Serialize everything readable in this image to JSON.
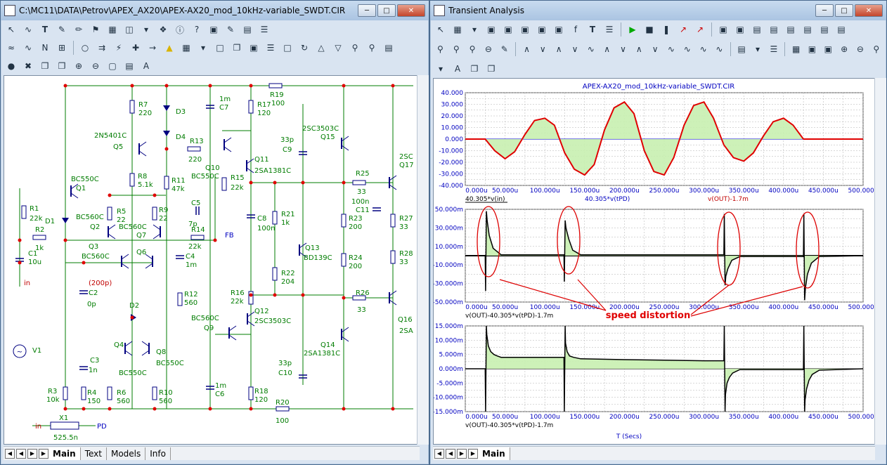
{
  "schematic_window": {
    "title": "C:\\MC11\\DATA\\Petrov\\APEX_AX20\\APEX-AX20_mod_10kHz-variable_SWDT.CIR",
    "tabs": [
      "Main",
      "Text",
      "Models",
      "Info"
    ],
    "active_tab": "Main",
    "labels": {
      "R7": "R7",
      "R7v": "220",
      "D3": "D3",
      "D4": "D4",
      "C7": "C7",
      "C7v": "1m",
      "R17": "R17",
      "R17v": "120",
      "R19": "R19",
      "R19v": "100",
      "Q5t": "2N5401C",
      "Q5": "Q5",
      "R13": "R13",
      "R13v": "220",
      "Q10": "Q10",
      "Q10t": "BC550C",
      "Q11": "Q11",
      "Q11t": "2SA1381C",
      "R15": "R15",
      "R15v": "22k",
      "R8": "R8",
      "R8v": "5.1k",
      "R11": "R11",
      "R11v": "47k",
      "C9": "C9",
      "C9v": "33p",
      "Q15t": "2SC3503C",
      "Q15": "Q15",
      "Q1t": "BC550C",
      "Q1": "Q1",
      "R1": "R1",
      "R1v": "22k",
      "D1": "D1",
      "R5": "R5",
      "R5v": "22",
      "R9": "R9",
      "R9v": "22",
      "Q2t": "BC560C",
      "Q2": "Q2",
      "C5": "C5",
      "C5v": "7p",
      "R14": "R14",
      "R14v": "22k",
      "FB": "FB",
      "R2": "R2",
      "R2v": "1k",
      "C1": "C1",
      "C1v": "10u",
      "Q3": "Q3",
      "Q3t": "BC560C",
      "Q7t": "BC560C",
      "Q7": "Q7",
      "Q6": "Q6",
      "C4": "C4",
      "C4v": "1m",
      "C8": "C8",
      "C8v": "100n",
      "R21": "R21",
      "R21v": "1k",
      "Q13": "Q13",
      "Q13t": "BD139C",
      "R22": "R22",
      "R22v": "204",
      "in": "in",
      "C2cap": "(200p)",
      "C2": "C2",
      "C2v": "0p",
      "R12": "R12",
      "R12v": "560",
      "R16": "R16",
      "R16v": "22k",
      "Q12": "Q12",
      "Q12t": "2SC3503C",
      "D2": "D2",
      "Q9t": "BC560C",
      "Q9": "Q9",
      "V1": "V1",
      "Q4": "Q4",
      "Q8": "Q8",
      "Q4t": "BC550C",
      "Q8t": "BC550C",
      "C3": "C3",
      "C3v": "1n",
      "Q14": "Q14",
      "Q14t": "2SA1381C",
      "C10v": "33p",
      "C10": "C10",
      "C6v": "1m",
      "C6": "C6",
      "R3": "R3",
      "R3v": "10k",
      "R4": "R4",
      "R4v": "150",
      "R6": "R6",
      "R6v": "560",
      "R10": "R10",
      "R10v": "560",
      "R18": "R18",
      "R18v": "120",
      "R20": "R20",
      "R20v": "100",
      "X1": "X1",
      "in2": "in",
      "PD": "PD",
      "X1v": "525.5n",
      "R25": "R25",
      "R25v": "33",
      "C11v": "100n",
      "C11": "C11",
      "R23": "R23",
      "R23v": "200",
      "R24": "R24",
      "R24v": "200",
      "R26": "R26",
      "R26v": "33",
      "R27": "R27",
      "R27v": "33",
      "R28": "R28",
      "R28v": "33",
      "Q17a": "2SC",
      "Q17b": "Q17",
      "Q16a": "Q16",
      "Q16b": "2SA"
    }
  },
  "analysis_window": {
    "title": "Transient Analysis",
    "tabs": [
      "Main"
    ],
    "active_tab": "Main",
    "plot_title": "APEX-AX20_mod_10kHz-variable_SWDT.CIR",
    "x_label": "T (Secs)",
    "annotation": "speed distortion",
    "colors": {
      "signal": "#e00000",
      "reference": "#0000d0",
      "error": "#000000",
      "fill": "#c8f0b0",
      "grid": "#b0b0b0"
    }
  },
  "chart_data": [
    {
      "type": "line",
      "title": "APEX-AX20_mod_10kHz-variable_SWDT.CIR",
      "x_ticks": [
        "0.000u",
        "50.000u",
        "100.000u",
        "150.000u",
        "200.000u",
        "250.000u",
        "300.000u",
        "350.000u",
        "400.000u",
        "450.000u",
        "500.000u"
      ],
      "y_ticks": [
        "40.000",
        "30.000",
        "20.000",
        "10.000",
        "0.000",
        "-10.000",
        "-20.000",
        "-30.000",
        "-40.000"
      ],
      "ylim": [
        -40,
        40
      ],
      "xlim": [
        0,
        500
      ],
      "legend": [
        "40.305*v(in)",
        "40.305*v(tPD)",
        "v(OUT)-1.7m"
      ],
      "series": [
        {
          "name": "v(OUT)-1.7m",
          "x": [
            0,
            25,
            37,
            50,
            62,
            75,
            87,
            100,
            112,
            125,
            137,
            150,
            162,
            175,
            187,
            200,
            212,
            225,
            237,
            250,
            262,
            275,
            287,
            300,
            312,
            325,
            337,
            350,
            362,
            375,
            387,
            400,
            412,
            425,
            430,
            500
          ],
          "y": [
            0,
            0,
            -10,
            -17,
            -11,
            4,
            16,
            18,
            12,
            -12,
            -26,
            -31,
            -22,
            8,
            27,
            32,
            22,
            -10,
            -28,
            -31,
            -16,
            12,
            29,
            32,
            18,
            -5,
            -16,
            -19,
            -12,
            3,
            15,
            18,
            12,
            0,
            0,
            0
          ]
        }
      ]
    },
    {
      "type": "line",
      "x_ticks": [
        "0.000u",
        "50.000u",
        "100.000u",
        "150.000u",
        "200.000u",
        "250.000u",
        "300.000u",
        "350.000u",
        "400.000u",
        "450.000u",
        "500.000u"
      ],
      "y_ticks": [
        "50.000m",
        "30.000m",
        "10.000m",
        "-10.000m",
        "-30.000m",
        "-50.000m"
      ],
      "ylim": [
        -50,
        50
      ],
      "xlim": [
        0,
        500
      ],
      "legend": [
        "v(OUT)-40.305*v(tPD)-1.7m"
      ],
      "series": [
        {
          "name": "v(OUT)-40.305*v(tPD)-1.7m",
          "x": [
            0,
            25,
            25.5,
            26.5,
            27.5,
            30,
            35,
            45,
            124,
            124.5,
            125.5,
            126.5,
            130,
            135,
            145,
            325,
            325.5,
            326.5,
            327.5,
            330,
            335,
            345,
            425,
            425.5,
            426.5,
            427.5,
            430,
            435,
            445,
            500
          ],
          "y": [
            0,
            0,
            -38,
            48,
            38,
            22,
            8,
            1,
            1,
            -28,
            38,
            30,
            18,
            6,
            1,
            1,
            45,
            -32,
            -22,
            -14,
            -5,
            -1,
            -1,
            45,
            -48,
            -35,
            -20,
            -8,
            -1,
            0
          ]
        }
      ]
    },
    {
      "type": "line",
      "x_ticks": [
        "0.000u",
        "50.000u",
        "100.000u",
        "150.000u",
        "200.000u",
        "250.000u",
        "300.000u",
        "350.000u",
        "400.000u",
        "450.000u",
        "500.000u"
      ],
      "y_ticks": [
        "15.000m",
        "10.000m",
        "5.000m",
        "0.000m",
        "-5.000m",
        "-10.000m",
        "-15.000m"
      ],
      "ylim": [
        -15,
        15
      ],
      "xlim": [
        0,
        500
      ],
      "legend": [
        "v(OUT)-40.305*v(tPD)-1.7m"
      ],
      "series": [
        {
          "name": "v(OUT)-40.305*v(tPD)-1.7m",
          "x": [
            0,
            25,
            25.5,
            26.5,
            27,
            29,
            32,
            36,
            40,
            45,
            124,
            124.5,
            125.5,
            126,
            128,
            131,
            136,
            145,
            200,
            250,
            300,
            325,
            325.5,
            326.5,
            327,
            329,
            332,
            336,
            345,
            425,
            425.5,
            426.5,
            427,
            429,
            432,
            436,
            445,
            500
          ],
          "y": [
            0,
            0,
            -15,
            15,
            12,
            8,
            6,
            5,
            4.5,
            4,
            4,
            -15,
            15,
            9,
            6,
            4.5,
            4,
            3.5,
            3.2,
            3,
            2.8,
            2.8,
            15,
            -15,
            -9,
            -5,
            -3,
            -1.5,
            -0.3,
            -0.3,
            15,
            -15,
            -11,
            -7,
            -4,
            -2,
            -0.5,
            0
          ]
        }
      ]
    }
  ]
}
